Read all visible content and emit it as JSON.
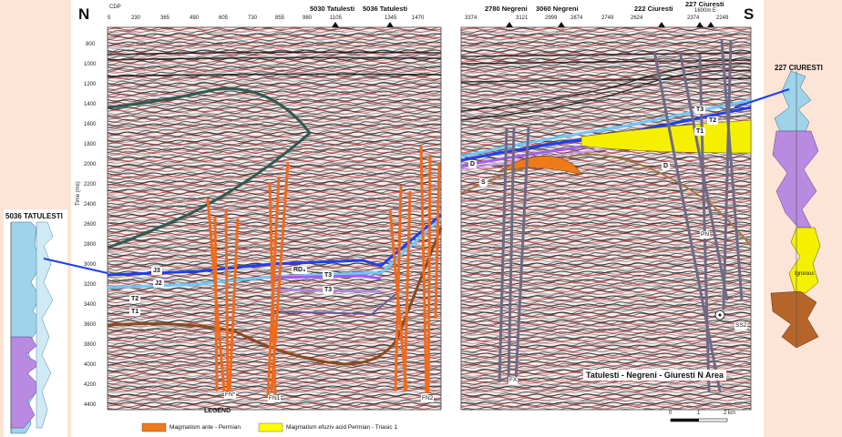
{
  "directions": {
    "north": "N",
    "south": "S"
  },
  "left_section": {
    "cdp_label": "CDP",
    "cdp_ticks": [
      "5",
      "230",
      "365",
      "490",
      "605",
      "730",
      "855",
      "980",
      "1105",
      "1345",
      "1470"
    ],
    "wells": [
      {
        "label": "5030 Tatulesti"
      },
      {
        "label": "5036 Tatulesti"
      }
    ],
    "axis_label": "Time (ms)",
    "time_ticks": [
      "800",
      "1000",
      "1200",
      "1400",
      "1600",
      "1800",
      "2000",
      "2200",
      "2400",
      "2600",
      "2800",
      "3000",
      "3200",
      "3400",
      "3600",
      "3800",
      "4000",
      "4200",
      "4400"
    ],
    "horizons": {
      "j3": "J3",
      "j2": "J2",
      "t2": "T2",
      "t1": "T1",
      "rd": "RD₃",
      "t3a": "T3",
      "t3b": "T3"
    },
    "faults": {
      "fn_star": "FN*",
      "fn1": "FN1",
      "fn2": "FN2"
    }
  },
  "right_section": {
    "cdp_ticks": [
      "3374",
      "3121",
      "2999",
      "2874",
      "2749",
      "2624",
      "2374",
      "2249"
    ],
    "wells": [
      {
        "label": "2780 Negreni"
      },
      {
        "label": "3060 Negreni"
      },
      {
        "label": "222 Ciuresti"
      },
      {
        "label": "227 Ciuresti"
      }
    ],
    "well_sub": "1600m E",
    "horizons": {
      "t3": "T3",
      "t2": "T2",
      "t1": "T1",
      "d_left": "D",
      "s": "S",
      "d_right": "D",
      "pn": "PN"
    },
    "faults": {
      "fx": "FX",
      "ss2": "SS2"
    },
    "title": "Tatulesti - Negreni - Giuresti N Area",
    "scale": {
      "zero": "0",
      "one": "1",
      "two": "2 km"
    }
  },
  "legend": {
    "label": "LEGEND",
    "items": [
      {
        "text": "Magmatism ante - Permian",
        "color": "#ef7a1a"
      },
      {
        "text": "Magmatism efuziv acid Permian - Triasic 1",
        "color": "#ffff00"
      }
    ]
  },
  "well_logs": {
    "left": {
      "label": "5036 TATULESTI"
    },
    "right": {
      "label": "227 CIURESTI",
      "igneous_label": "Igneous"
    }
  },
  "colors": {
    "background": "#fce4d6",
    "horizon_blue": "#1e3ff0",
    "horizon_cyan": "#6ec8ff",
    "horizon_purple": "#a45cf0",
    "fault_orange": "#f06a1a",
    "fault_purple": "#6e6a86",
    "basement_brown": "#8b4a1e",
    "deep_green": "#2f5a50",
    "magmatic_orange": "#ef7a1a",
    "magmatic_yellow": "#f5f000",
    "log_blue": "#9fd3ea",
    "log_purple": "#b88ae0",
    "log_brown": "#b5652a"
  }
}
